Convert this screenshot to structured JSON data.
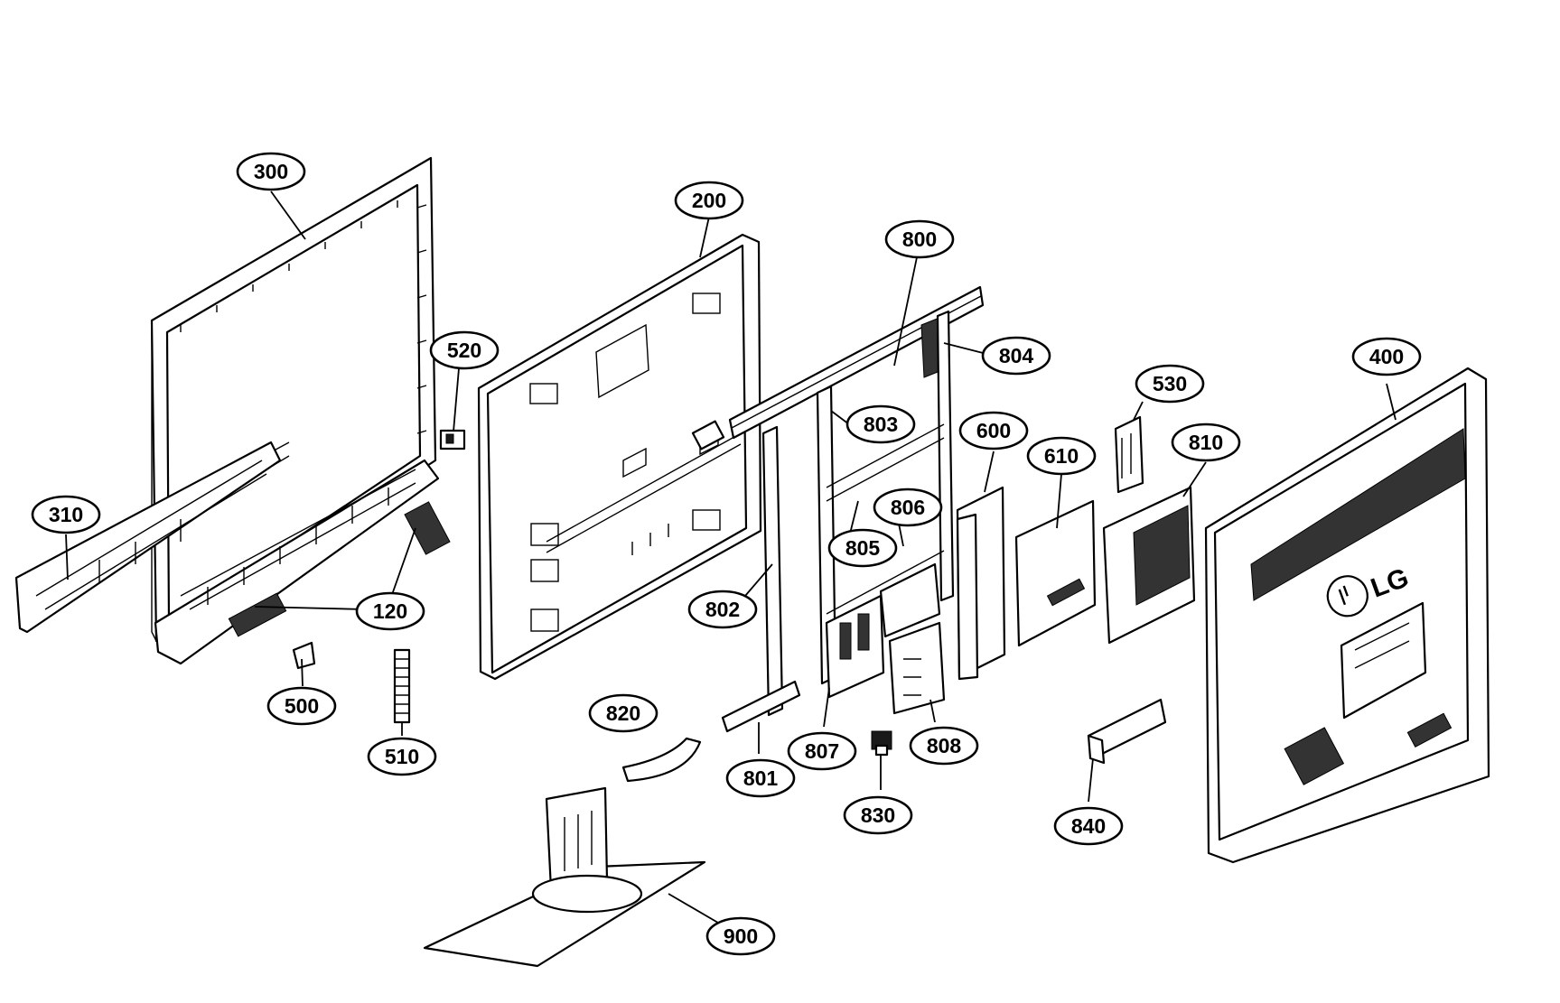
{
  "callouts": {
    "c300": "300",
    "c310": "310",
    "c120": "120",
    "c520": "520",
    "c500": "500",
    "c510": "510",
    "c200": "200",
    "c800": "800",
    "c804": "804",
    "c803": "803",
    "c806": "806",
    "c805": "805",
    "c802": "802",
    "c801": "801",
    "c807": "807",
    "c808": "808",
    "c820": "820",
    "c830": "830",
    "c600": "600",
    "c610": "610",
    "c530": "530",
    "c810": "810",
    "c400": "400",
    "c840": "840",
    "c900": "900"
  },
  "brand_logo": "LG"
}
